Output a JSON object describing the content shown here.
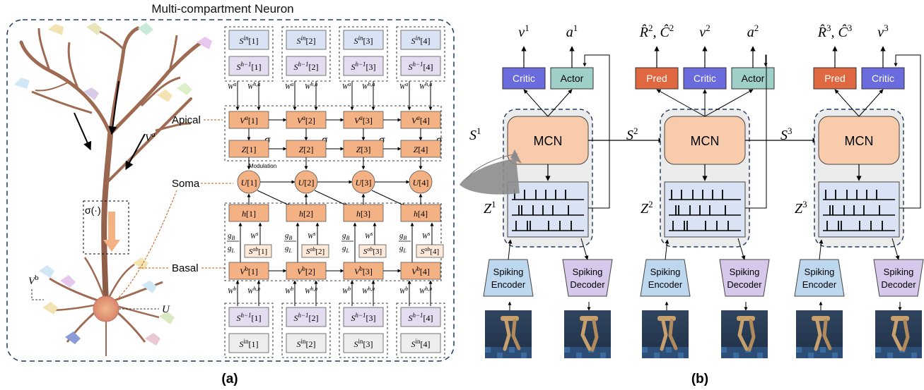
{
  "panel_a": {
    "title": "Multi-compartment Neuron",
    "caption": "(a)",
    "labels": {
      "apical": "Apical",
      "soma": "Soma",
      "basal": "Basal",
      "va": "V",
      "va_sup": "a",
      "vb": "V",
      "vb_sup": "b",
      "u": "U",
      "sigma_fn": "σ(·)",
      "modulation": "Modulation",
      "sigma": "σ"
    },
    "weights": {
      "wa": "W",
      "wa_sup": "a",
      "wha": "W",
      "wha_sup": "h,a",
      "wb": "W",
      "wb_sup": "b",
      "whb": "W",
      "whb_sup": "h,b",
      "ws": "W",
      "ws_sup": "s",
      "gb": "g",
      "gb_sub": "B",
      "gl": "g",
      "gl_sub": "L"
    },
    "columns": [
      {
        "sin": "[1]",
        "sh": "[1]",
        "va": "[1]",
        "z": "[1]",
        "u": "[1]",
        "h": "[1]",
        "sob": "[1]",
        "vb": "[1]",
        "sh2": "[1]",
        "sin2": "[1]"
      },
      {
        "sin": "[2]",
        "sh": "[2]",
        "va": "[2]",
        "z": "[2]",
        "u": "[2]",
        "h": "[2]",
        "sob": "[2]",
        "vb": "[2]",
        "sh2": "[2]",
        "sin2": "[2]"
      },
      {
        "sin": "[3]",
        "sh": "[3]",
        "va": "[3]",
        "z": "[3]",
        "u": "[3]",
        "h": "[3]",
        "sob": "[3]",
        "vb": "[3]",
        "sh2": "[3]",
        "sin2": "[3]"
      },
      {
        "sin": "[4]",
        "sh": "[4]",
        "va": "[4]",
        "z": "[4]",
        "u": "[4]",
        "h": "[4]",
        "sob": "[4]",
        "vb": "[4]",
        "sh2": "[4]",
        "sin2": "[4]"
      }
    ],
    "sym": {
      "S": "S",
      "in": "in",
      "h1": "h−1",
      "V": "V",
      "a": "a",
      "b": "b",
      "Z": "Z",
      "U": "U",
      "h": "h",
      "ob": "ob"
    }
  },
  "panel_b": {
    "caption": "(b)",
    "blocks": [
      {
        "s": "S",
        "s_sup": "1",
        "z": "Z",
        "z_sup": "1",
        "mcn": "MCN",
        "heads": [
          "Critic",
          "Actor"
        ],
        "outputs": [
          {
            "base": "v",
            "sup": "1"
          },
          {
            "base": "a",
            "sup": "1"
          }
        ],
        "encoder": [
          "Spiking",
          "Encoder"
        ],
        "decoder": [
          "Spiking",
          "Decoder"
        ]
      },
      {
        "s": "S",
        "s_sup": "2",
        "z": "Z",
        "z_sup": "2",
        "mcn": "MCN",
        "heads": [
          "Pred",
          "Critic",
          "Actor"
        ],
        "outputs": [
          {
            "base": "R̂",
            "sup": "2",
            "extra": ", Ĉ",
            "extra_sup": "2"
          },
          {
            "base": "v",
            "sup": "2"
          },
          {
            "base": "a",
            "sup": "2"
          }
        ],
        "encoder": [
          "Spiking",
          "Encoder"
        ],
        "decoder": [
          "Spiking",
          "Decoder"
        ]
      },
      {
        "s": "S",
        "s_sup": "3",
        "z": "Z",
        "z_sup": "3",
        "mcn": "MCN",
        "heads": [
          "Pred",
          "Critic"
        ],
        "outputs": [
          {
            "base": "R̂",
            "sup": "3",
            "extra": ", Ĉ",
            "extra_sup": "3"
          },
          {
            "base": "v",
            "sup": "3"
          }
        ],
        "encoder": [
          "Spiking",
          "Encoder"
        ],
        "decoder": [
          "Spiking",
          "Decoder"
        ]
      }
    ],
    "colors": {
      "critic": "#6a6bdc",
      "actor": "#9ed0c8",
      "pred": "#e06840",
      "mcn": "#f8cbad",
      "spike_bg": "#dae3f3",
      "encoder": "#bdd7ee",
      "decoder": "#d6c8ea",
      "node": "#f4b183"
    }
  }
}
